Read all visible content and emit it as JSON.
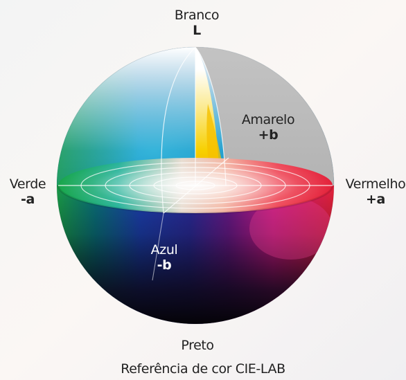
{
  "diagram": {
    "top": {
      "name": "Branco",
      "symbol": "L"
    },
    "yellow": {
      "name": "Amarelo",
      "symbol": "+b"
    },
    "left": {
      "name": "Verde",
      "symbol": "-a"
    },
    "right": {
      "name": "Vermelho",
      "symbol": "+a"
    },
    "blue": {
      "name": "Azul",
      "symbol": "-b"
    },
    "bottom": {
      "name": "Preto"
    },
    "caption": "Referência de cor CIE-LAB"
  },
  "colors": {
    "cutaway_gray": "#b9b9b9",
    "red": "#e4253c",
    "green": "#1f9b4a",
    "blue": "#2a3aa8",
    "yellow": "#f6d200",
    "black": "#0e0a1a",
    "white": "#ffffff"
  }
}
